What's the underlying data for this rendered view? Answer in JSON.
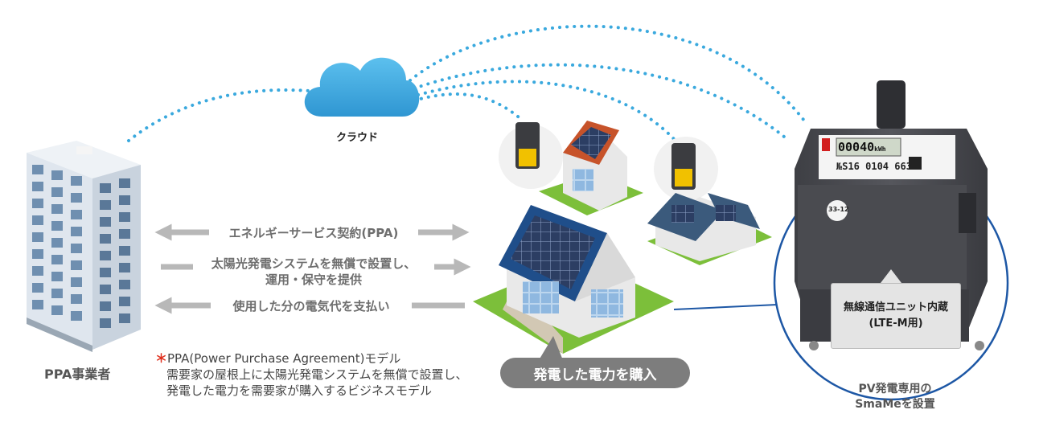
{
  "cloud_label": "クラウド",
  "ppa_label": "PPA事業者",
  "arrows": {
    "contract": "エネルギーサービス契約(PPA)",
    "install_line1": "太陽光発電システムを無償で設置し、",
    "install_line2": "運用・保守を提供",
    "payment": "使用した分の電気代を支払い"
  },
  "note": {
    "star": "＊",
    "title": "PPA(Power Purchase Agreement)モデル",
    "line1": "需要家の屋根上に太陽光発電システムを無償で設置し、",
    "line2": "発電した電力を需要家が購入するビジネスモデル"
  },
  "purchase_bubble": "発電した電力を購入",
  "meter": {
    "display": "00040",
    "display_suffix": "kWh",
    "serial": "№S16 0104 663",
    "seal": "33-12",
    "unit_line1": "無線通信ユニット内蔵",
    "unit_line2": "(LTE-M用)"
  },
  "smame_line1": "PV発電専用の",
  "smame_line2": "SmaMeを設置",
  "colors": {
    "dot_blue": "#3aa9de",
    "arrow_gray": "#b8b8b8",
    "meter_blue": "#1d57a5",
    "cloud": "#3ca6dc"
  }
}
